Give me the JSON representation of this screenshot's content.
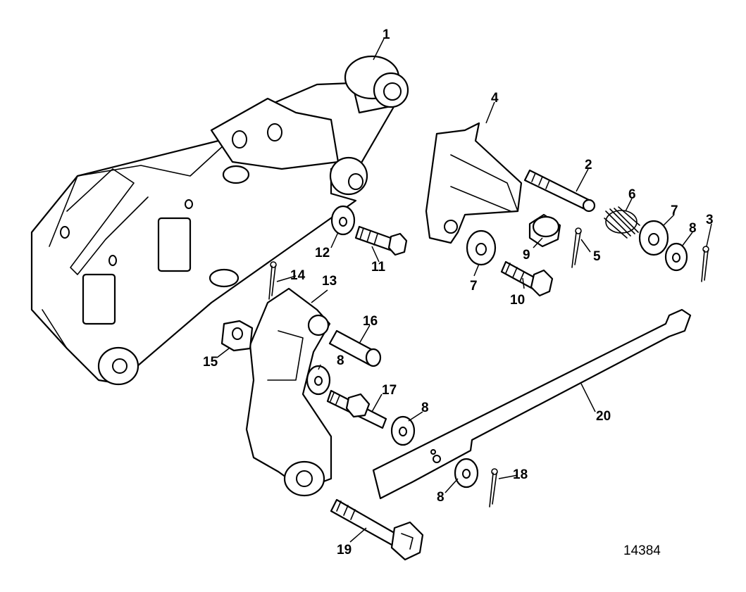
{
  "figure_number": "14384",
  "callouts": {
    "c1": "1",
    "c2": "2",
    "c3": "3",
    "c4": "4",
    "c5": "5",
    "c6": "6",
    "c7a": "7",
    "c7b": "7",
    "c8a": "8",
    "c8b": "8",
    "c8c": "8",
    "c8d": "8",
    "c9": "9",
    "c10": "10",
    "c11": "11",
    "c12": "12",
    "c13": "13",
    "c14": "14",
    "c15": "15",
    "c16": "16",
    "c17": "17",
    "c18": "18",
    "c19": "19",
    "c20": "20"
  }
}
